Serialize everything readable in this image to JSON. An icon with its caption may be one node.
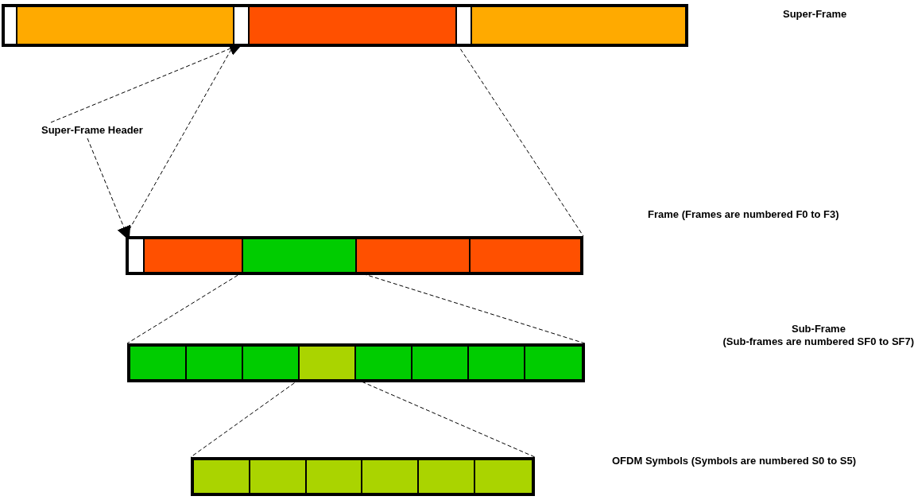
{
  "diagram": {
    "nodes": [
      {
        "text": [],
        "shape": "bar"
      },
      {
        "text": [],
        "shape": "box",
        "in": 0
      },
      {
        "text": [],
        "shape": "box",
        "in": 0
      },
      {
        "text": [],
        "shape": "box",
        "in": 0
      },
      {
        "text": [],
        "shape": "box",
        "in": 0
      },
      {
        "text": [],
        "shape": "box",
        "in": 0
      },
      {
        "text": [],
        "shape": "box",
        "in": 0
      },
      {
        "text": [],
        "shape": "bar"
      },
      {
        "text": [],
        "shape": "box",
        "in": 7
      },
      {
        "text": [],
        "shape": "box",
        "in": 7
      },
      {
        "text": [],
        "shape": "box",
        "in": 7
      },
      {
        "text": [],
        "shape": "box",
        "in": 7
      },
      {
        "text": [],
        "shape": "box",
        "in": 7
      },
      {
        "text": [],
        "shape": "bar"
      },
      {
        "text": [],
        "shape": "box",
        "in": 13
      },
      {
        "text": [],
        "shape": "box",
        "in": 13
      },
      {
        "text": [],
        "shape": "box",
        "in": 13
      },
      {
        "text": [],
        "shape": "box",
        "in": 13
      },
      {
        "text": [],
        "shape": "box",
        "in": 13
      },
      {
        "text": [],
        "shape": "box",
        "in": 13
      },
      {
        "text": [],
        "shape": "box",
        "in": 13
      },
      {
        "text": [],
        "shape": "box",
        "in": 13
      },
      {
        "text": [],
        "shape": "bar"
      },
      {
        "text": [],
        "shape": "box",
        "in": 22
      },
      {
        "text": [],
        "shape": "box",
        "in": 22
      },
      {
        "text": [],
        "shape": "box",
        "in": 22
      },
      {
        "text": [],
        "shape": "box",
        "in": 22
      },
      {
        "text": [],
        "shape": "box",
        "in": 22
      },
      {
        "text": [],
        "shape": "box",
        "in": 22
      },
      {
        "text": [
          "Super-Frame Header"
        ]
      }
    ],
    "edges": [
      {
        "from": 3,
        "to": 7,
        "arrow": "none",
        "style": "dashed"
      },
      {
        "from": 4,
        "to": 7,
        "arrow": "none",
        "style": "dashed"
      },
      {
        "from": 10,
        "to": 13,
        "arrow": "none",
        "style": "dashed"
      },
      {
        "from": 10,
        "to": 13,
        "arrow": "none",
        "style": "dashed"
      },
      {
        "from": 17,
        "to": 22,
        "arrow": "none",
        "style": "dashed"
      },
      {
        "from": 17,
        "to": 22,
        "arrow": "none",
        "style": "dashed"
      },
      {
        "from": 29,
        "to": 3,
        "arrow": "to",
        "style": "dashed"
      },
      {
        "from": 29,
        "to": 8,
        "arrow": "to",
        "style": "dashed"
      }
    ],
    "labels": [
      "Super-Frame",
      "Frame (Frames are numbered F0 to F3)",
      "Sub-Frame",
      "(Sub-frames are numbered SF0 to SF7)",
      "OFDM Symbols (Symbols are numbered S0 to S5)"
    ]
  }
}
